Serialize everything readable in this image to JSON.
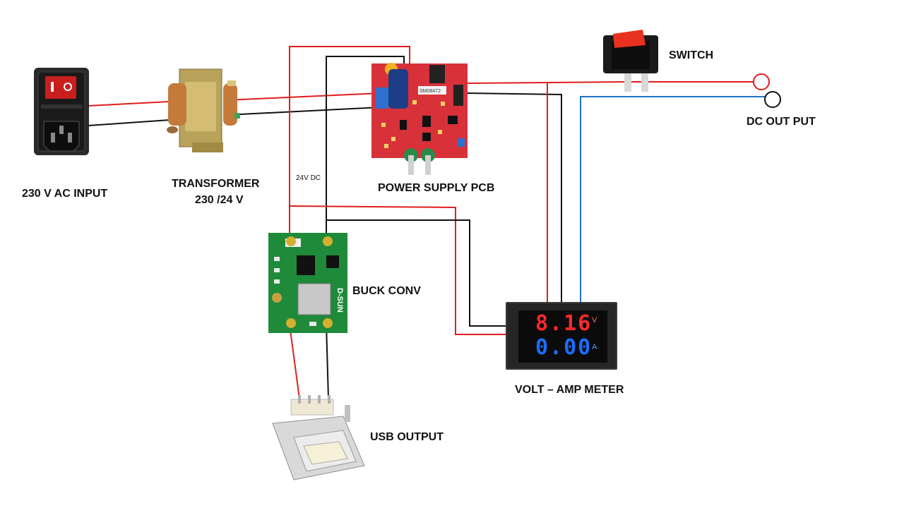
{
  "labels": {
    "ac_input": "230 V AC INPUT",
    "transformer_line1": "TRANSFORMER",
    "transformer_line2": "230 /24 V",
    "dc24": "24V DC",
    "psu_pcb": "POWER SUPPLY PCB",
    "buck": "BUCK CONV",
    "usb": "USB OUTPUT",
    "meter": "VOLT – AMP METER",
    "switch": "SWITCH",
    "dc_out": "DC OUT PUT"
  },
  "meter_display": {
    "voltage": "8.16",
    "voltage_unit": "V",
    "current": "0.00",
    "current_unit": "A"
  },
  "buck_board": {
    "chip_text": "D-SUN"
  },
  "psu_board": {
    "module_text": "SM08472"
  },
  "colors": {
    "wire_red": "#e11d1d",
    "wire_black": "#111111",
    "wire_blue": "#1f73c7",
    "pcb_red": "#d8313a",
    "pcb_green": "#1f8a3a",
    "meter_red": "#ff2a2a",
    "meter_blue": "#1e6cff"
  }
}
